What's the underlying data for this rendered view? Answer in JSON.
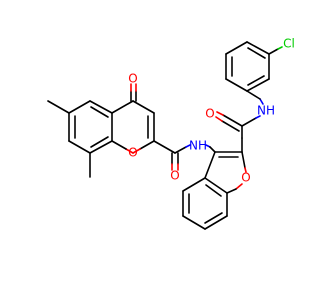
{
  "colors": {
    "background": "#ffffff",
    "carbon_bond": "#000000",
    "oxygen": "#ff0000",
    "nitrogen": "#0000ff",
    "chlorine": "#00cc00"
  },
  "atom_labels": {
    "chromone_ketone_o": "O",
    "chromone_ring_o": "O",
    "amide1_o": "O",
    "amide1_nh": "NH",
    "furan_o": "O",
    "amide2_o": "O",
    "amide2_nh": "NH",
    "chloro": "Cl"
  }
}
